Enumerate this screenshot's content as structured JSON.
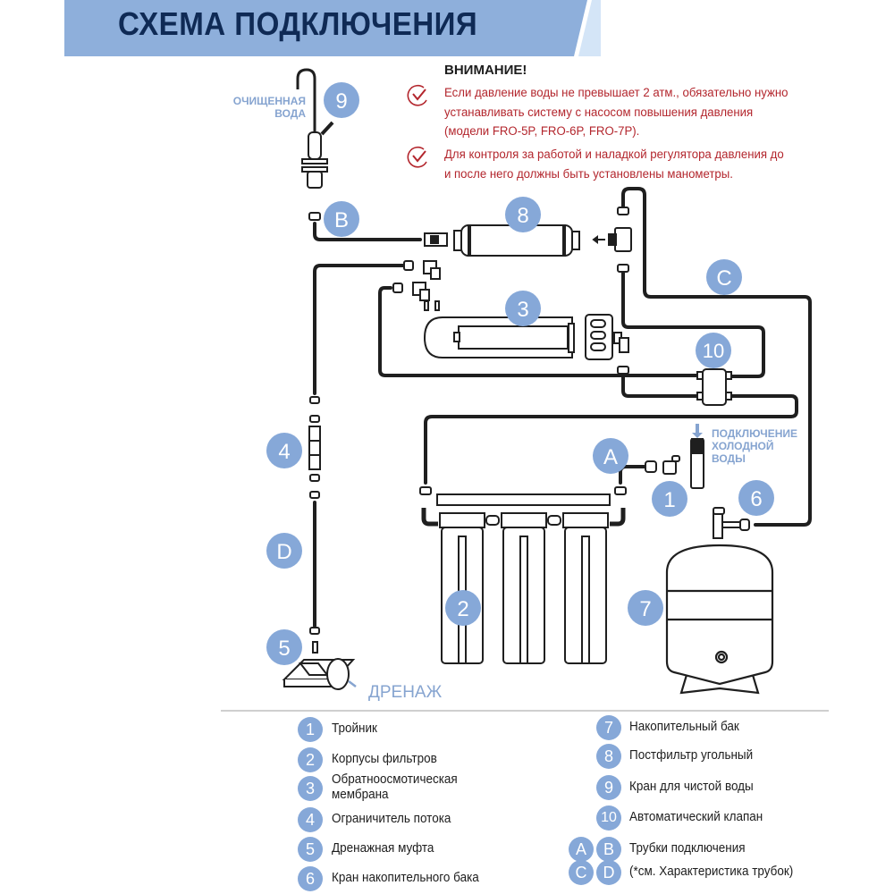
{
  "header": {
    "title": "СХЕМА ПОДКЛЮЧЕНИЯ"
  },
  "warning": {
    "heading": "ВНИМАНИЕ!",
    "items": [
      {
        "text": "Если давление воды не превышает 2 атм., обязательно нужно\nустанавливать систему с насосом повышения давления\n(модели FRO-5P, FRO-6P, FRO-7P)."
      },
      {
        "text": "Для контроля за работой и наладкой регулятора давления до\nи после него должны быть установлены манометры."
      }
    ]
  },
  "diagram": {
    "purified_water_label": "ОЧИЩЕННАЯ\nВОДА",
    "cold_water_label": "ПОДКЛЮЧЕНИЕ\nХОЛОДНОЙ\nВОДЫ",
    "drain_label": "ДРЕНАЖ",
    "badges": {
      "faucet": "9",
      "tube_b": "B",
      "postfilter": "8",
      "tube_c": "C",
      "membrane": "3",
      "auto_valve": "10",
      "flow_restrictor": "4",
      "tube_a": "A",
      "tee": "1",
      "tank_valve": "6",
      "tube_d": "D",
      "filter_housings": "2",
      "tank": "7",
      "drain_clamp": "5"
    }
  },
  "legend": {
    "left": [
      {
        "badge": "1",
        "label": "Тройник"
      },
      {
        "badge": "2",
        "label": "Корпусы фильтров"
      },
      {
        "badge": "3",
        "label": "Обратноосмотическая\nмембрана"
      },
      {
        "badge": "4",
        "label": "Ограничитель потока"
      },
      {
        "badge": "5",
        "label": "Дренажная муфта"
      },
      {
        "badge": "6",
        "label": "Кран накопительного бака"
      }
    ],
    "right": [
      {
        "badges": [
          "7"
        ],
        "label": "Накопительный бак"
      },
      {
        "badges": [
          "8"
        ],
        "label": "Постфильтр угольный"
      },
      {
        "badges": [
          "9"
        ],
        "label": "Кран для чистой воды"
      },
      {
        "badges": [
          "10"
        ],
        "label": "Автоматический клапан"
      },
      {
        "badges": [
          "A",
          "B"
        ],
        "label": "Трубки подключения"
      },
      {
        "badges": [
          "C",
          "D"
        ],
        "label": "(*см. Характеристика трубок)"
      }
    ]
  },
  "colors": {
    "banner": "#8eafdb",
    "banner_stripe": "#d4e5f7",
    "title": "#0f2a55",
    "warning_text": "#b3262d",
    "badge": "#86a8d8",
    "pipe": "#1f1f1f"
  }
}
